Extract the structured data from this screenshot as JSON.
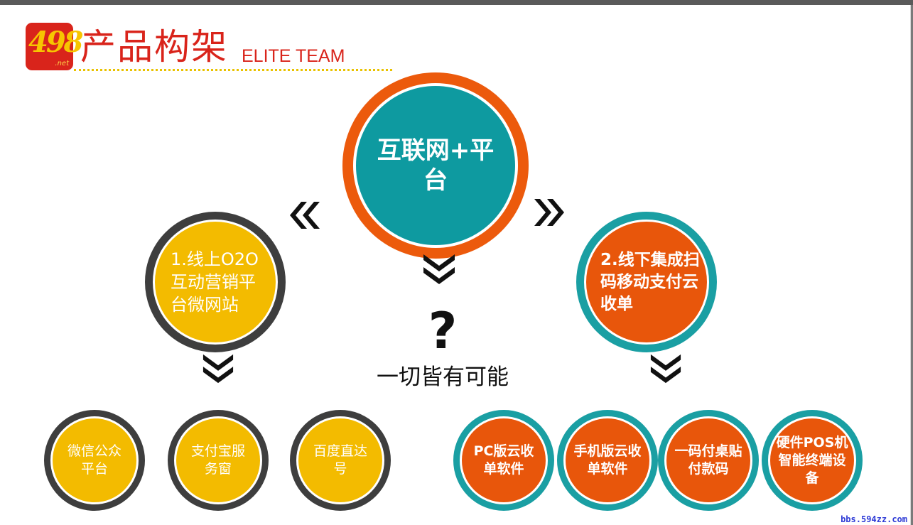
{
  "header": {
    "logo_digits": "498",
    "logo_suffix": ".net",
    "title": "产品构架",
    "subtitle": "ELITE TEAM"
  },
  "center_node": {
    "label": "互联网+平台"
  },
  "left_node": {
    "label": "1.线上O2O互动营销平台微网站"
  },
  "right_node": {
    "label": "2.线下集成扫码移动支付云收单"
  },
  "middle": {
    "question": "?",
    "tagline": "一切皆有可能"
  },
  "left_children": [
    {
      "label": "微信公众平台"
    },
    {
      "label": "支付宝服务窗"
    },
    {
      "label": "百度直达号"
    }
  ],
  "right_children": [
    {
      "label": "PC版云收单软件"
    },
    {
      "label": "手机版云收单软件"
    },
    {
      "label": "一码付桌贴付款码"
    },
    {
      "label": "硬件POS机智能终端设备"
    }
  ],
  "watermark": "bbs.594zz.com",
  "colors": {
    "brand_red": "#d9241b",
    "orange": "#e8560b",
    "teal": "#0e9aa0",
    "yellow": "#f3bb00",
    "dark": "#3e3e3e"
  },
  "icons": [
    "double-chevron-left-icon",
    "double-chevron-right-icon",
    "double-chevron-down-icon"
  ]
}
